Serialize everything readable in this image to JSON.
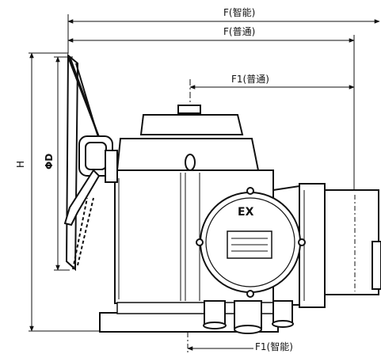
{
  "dimensions": {
    "f_smart": "F(智能)",
    "f_standard": "F(普通)",
    "f1_standard": "F1(普通)",
    "f1_smart": "F1(智能)",
    "height": "H",
    "diameter": "ΦD"
  },
  "enclosure": {
    "marking": "EX"
  }
}
